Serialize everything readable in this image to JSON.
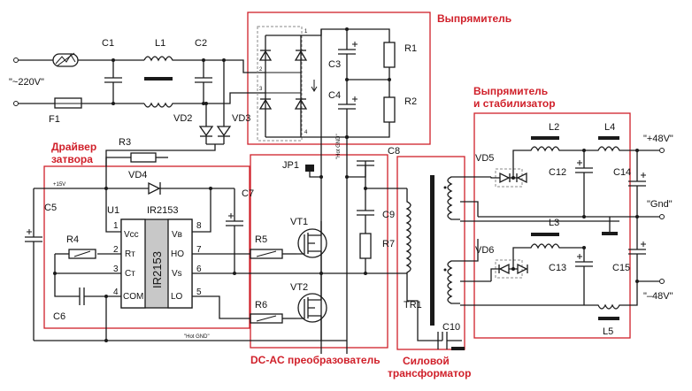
{
  "sections": {
    "rectifier": "Выпрямитель",
    "rectifier_stab_1": "Выпрямитель",
    "rectifier_stab_2": "и стабилизатор",
    "driver_1": "Драйвер",
    "driver_2": "затвора",
    "dcac": "DC-AC преобразователь",
    "transformer_1": "Силовой",
    "transformer_2": "трансформатор"
  },
  "terminals": {
    "ac_in": "\"~220V\"",
    "plus48": "\"+48V\"",
    "gnd": "\"Gnd\"",
    "minus48": "\"–48V\""
  },
  "components": {
    "C1": "C1",
    "L1": "L1",
    "C2": "C2",
    "F1": "F1",
    "VD2": "VD2",
    "VD3": "VD3",
    "R3": "R3",
    "VD4": "VD4",
    "C3": "C3",
    "C4": "C4",
    "R1": "R1",
    "R2": "R2",
    "C5": "C5",
    "C6": "C6",
    "C7": "C7",
    "C8": "C8",
    "C9": "C9",
    "C10": "C10",
    "C12": "C12",
    "C13": "C13",
    "C14": "C14",
    "C15": "C15",
    "U1": "U1",
    "IR2153": "IR2153",
    "R4": "R4",
    "R5": "R5",
    "R6": "R6",
    "R7": "R7",
    "JP1": "JP1",
    "VT1": "VT1",
    "VT2": "VT2",
    "TR1": "TR1",
    "VD5": "VD5",
    "VD6": "VD6",
    "L2": "L2",
    "L3": "L3",
    "L4": "L4",
    "L5": "L5"
  },
  "ic": {
    "vertical_label": "IR2153",
    "pins": {
      "vcc": "Vcc",
      "rt": "Rт",
      "ct": "Cт",
      "com": "COM",
      "vb": "Vв",
      "ho": "HO",
      "vs": "Vs",
      "lo": "LO"
    },
    "pin_numbers": {
      "p1": "1",
      "p2": "2",
      "p3": "3",
      "p4": "4",
      "p5": "5",
      "p6": "6",
      "p7": "7",
      "p8": "8"
    }
  },
  "bridge_pins": {
    "b1": "1",
    "b2": "2",
    "b3": "3",
    "b4": "4"
  },
  "notes": {
    "v15": "+15V",
    "hot_gnd": "\"Hot GND\"",
    "hot_gnd_vertical": "\"Hot GND\""
  },
  "colors": {
    "section_border": "#d0202a",
    "wire": "#1a1a1a",
    "ic_fill": "#c8c8c8"
  }
}
